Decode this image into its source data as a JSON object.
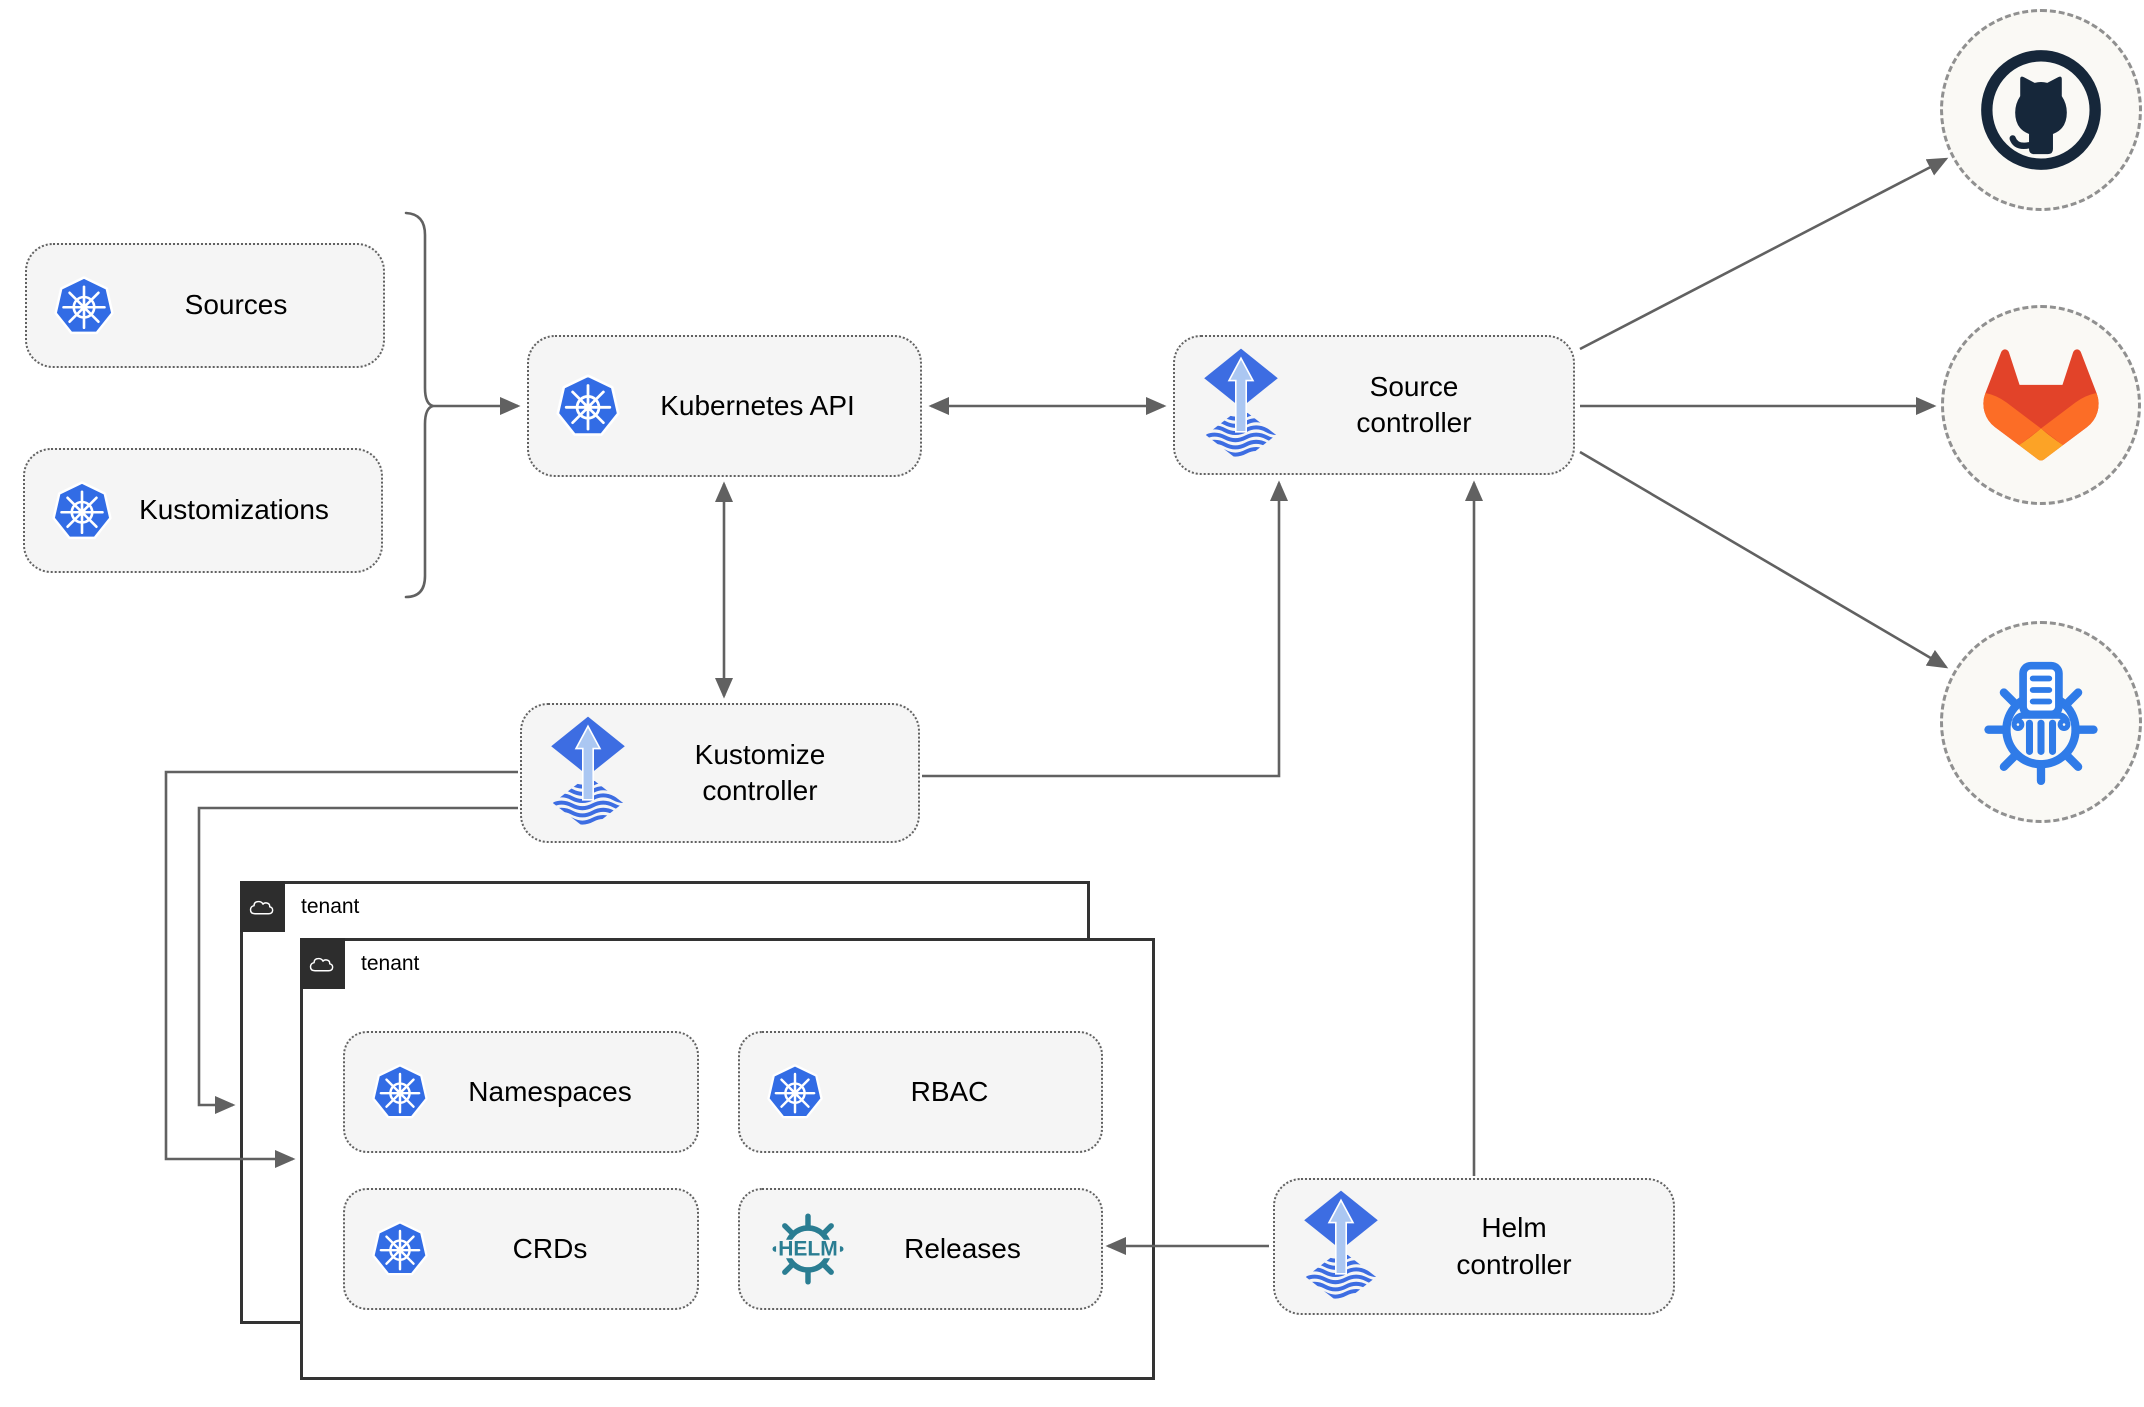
{
  "nodes": {
    "sources": {
      "label": "Sources"
    },
    "kustomizations": {
      "label": "Kustomizations"
    },
    "kubernetes_api": {
      "label": "Kubernetes API"
    },
    "source_controller": {
      "line1": "Source",
      "line2": "controller"
    },
    "kustomize_controller": {
      "line1": "Kustomize",
      "line2": "controller"
    },
    "helm_controller": {
      "line1": "Helm",
      "line2": "controller"
    }
  },
  "tenants": {
    "outer": {
      "label": "tenant"
    },
    "inner": {
      "label": "tenant"
    }
  },
  "resources": {
    "namespaces": {
      "label": "Namespaces"
    },
    "rbac": {
      "label": "RBAC"
    },
    "crds": {
      "label": "CRDs"
    },
    "releases": {
      "label": "Releases"
    }
  },
  "helm_logo_text": "HELM",
  "icons": {
    "kubernetes": "kubernetes-logo",
    "flux": "flux-logo",
    "helm": "helm-wheel-logo",
    "github": "github-octocat-logo",
    "gitlab": "gitlab-tanuki-logo",
    "chart_repository": "chartmuseum-logo",
    "cloud": "cloud-outline"
  },
  "colors": {
    "kubernetes_blue": "#326CE5",
    "flux_blue": "#3D6DE2",
    "flux_arrow": "#ABC7F2",
    "helm_teal": "#2A7D92",
    "github_dark": "#16273A",
    "gitlab_red": "#E24329",
    "gitlab_orange": "#FC6D26",
    "gitlab_amber": "#FCA326",
    "chart_repo_blue": "#2F7BE8",
    "connector": "#616161",
    "node_fill": "#F5F5F5",
    "node_border": "#616161",
    "tenant_border": "#333333",
    "tenant_tab": "#2D2D2D",
    "remote_fill": "#FAF9F5",
    "remote_border": "#909090"
  }
}
